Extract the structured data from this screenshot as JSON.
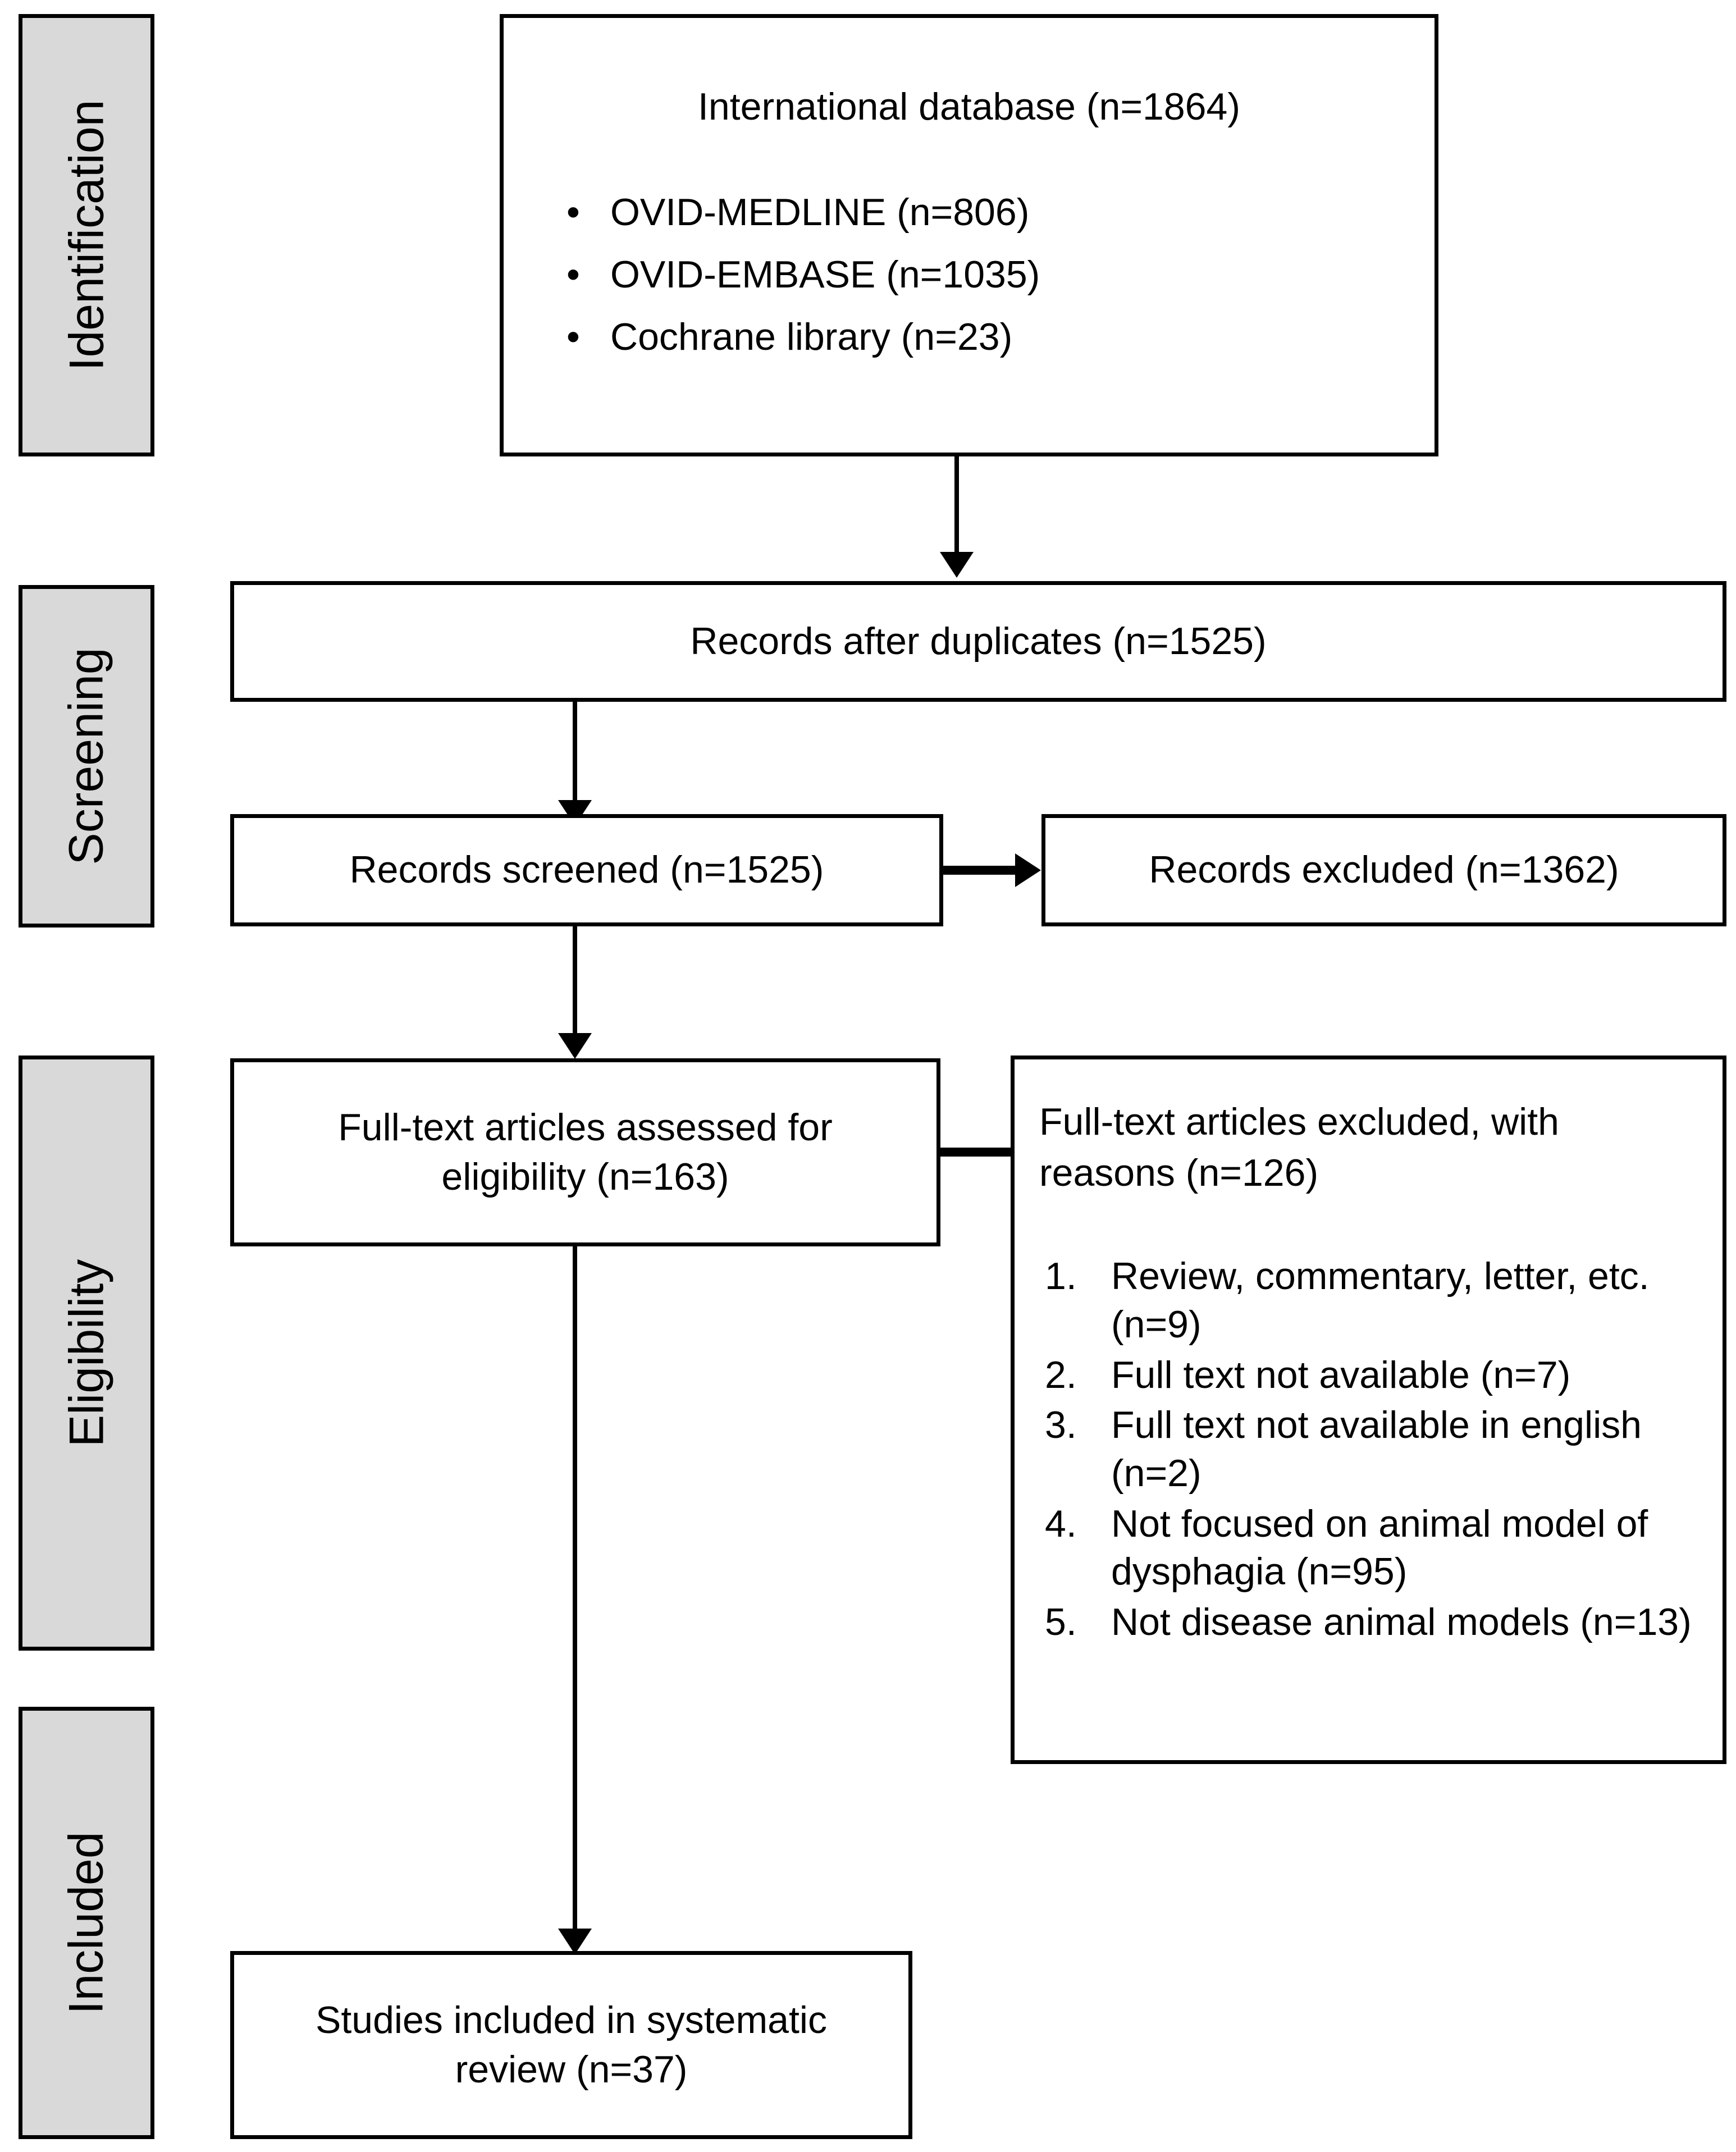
{
  "diagram": {
    "type": "prisma-flow-diagram",
    "phases": [
      {
        "id": "identification",
        "label": "Identification"
      },
      {
        "id": "screening",
        "label": "Screening"
      },
      {
        "id": "eligibility",
        "label": "Eligibility"
      },
      {
        "id": "included",
        "label": "Included"
      }
    ],
    "colors": {
      "phase_band_fill": "#d9d9d9",
      "box_fill": "#ffffff",
      "stroke": "#000000",
      "text": "#000000"
    },
    "boxes": {
      "sources": {
        "title": "International database (n=1864)",
        "items": [
          {
            "bullet": "•",
            "label": "OVID-MEDLINE (n=806)"
          },
          {
            "bullet": "•",
            "label": "OVID-EMBASE (n=1035)"
          },
          {
            "bullet": "•",
            "label": "Cochrane library (n=23)"
          }
        ]
      },
      "after_duplicates": {
        "title": "Records after duplicates (n=1525)"
      },
      "records_screened": {
        "title": "Records screened (n=1525)"
      },
      "records_excluded": {
        "title": "Records excluded (n=1362)"
      },
      "fulltext_assessed": {
        "title": "Full-text articles assessed for\neligibility (n=163)"
      },
      "fulltext_excluded": {
        "title": "Full-text articles excluded, with\nreasons (n=126)",
        "reasons": [
          {
            "num": "1.",
            "label": "Review, commentary, letter, etc.\n(n=9)"
          },
          {
            "num": "2.",
            "label": "Full  text not available (n=7)"
          },
          {
            "num": "3.",
            "label": "Full  text not available in\nenglish (n=2)"
          },
          {
            "num": "4.",
            "label": "Not focused on animal model of\ndysphagia (n=95)"
          },
          {
            "num": "5.",
            "label": "Not disease animal models\n(n=13)"
          }
        ]
      },
      "studies_included": {
        "title": "Studies included in systematic\nreview (n=37)"
      }
    },
    "counts": {
      "international_database": 1864,
      "ovid_medline": 806,
      "ovid_embase": 1035,
      "cochrane_library": 23,
      "records_after_duplicates": 1525,
      "records_screened": 1525,
      "records_excluded": 1362,
      "fulltext_assessed": 163,
      "fulltext_excluded": 126,
      "reason_review_commentary_letter": 9,
      "reason_fulltext_unavailable": 7,
      "reason_fulltext_not_english": 2,
      "reason_not_animal_model_dysphagia": 95,
      "reason_not_disease_animal_models": 13,
      "studies_included": 37
    }
  }
}
